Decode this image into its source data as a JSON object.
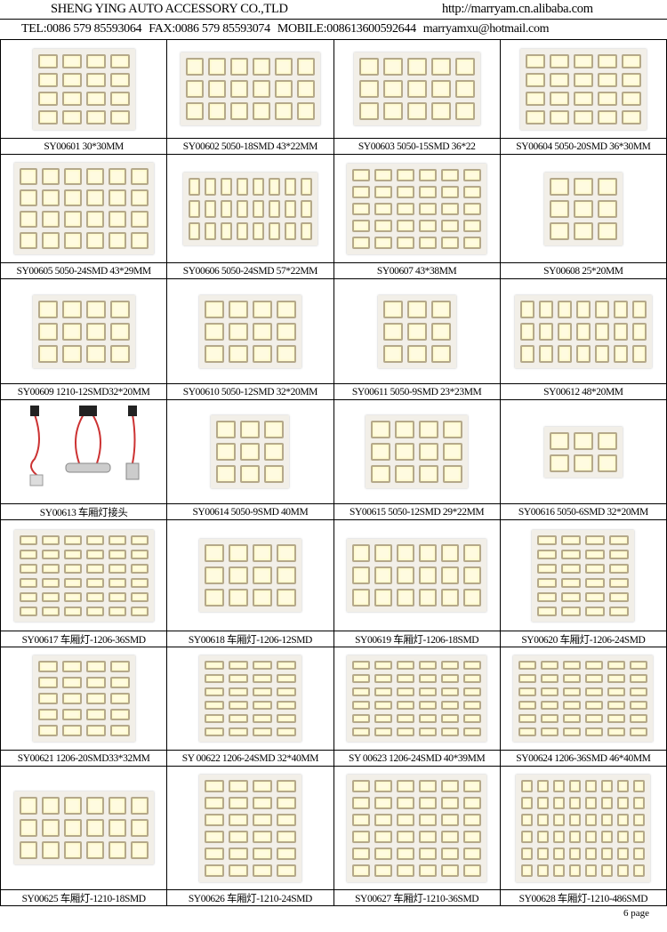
{
  "header": {
    "company": "SHENG YING AUTO ACCESSORY CO.,TLD",
    "website": "http://marryam.cn.alibaba.com",
    "tel": "TEL:0086 579 85593064",
    "fax": "FAX:0086 579 85593074",
    "mobile": "MOBILE:008613600592644",
    "email": "marryamxu@hotmail.com"
  },
  "products": [
    {
      "label": "SY00601   30*30MM",
      "r": 4,
      "c": 4
    },
    {
      "label": "SY00602  5050-18SMD 43*22MM",
      "r": 3,
      "c": 6
    },
    {
      "label": "SY00603  5050-15SMD 36*22",
      "r": 3,
      "c": 5
    },
    {
      "label": "SY00604  5050-20SMD 36*30MM",
      "r": 4,
      "c": 5
    },
    {
      "label": "SY00605 5050-24SMD  43*29MM",
      "r": 4,
      "c": 6
    },
    {
      "label": "SY00606 5050-24SMD 57*22MM",
      "r": 3,
      "c": 8
    },
    {
      "label": "SY00607  43*38MM",
      "r": 5,
      "c": 6
    },
    {
      "label": "SY00608 25*20MM",
      "r": 3,
      "c": 3
    },
    {
      "label": "SY00609 1210-12SMD32*20MM",
      "r": 3,
      "c": 4
    },
    {
      "label": "SY00610 5050-12SMD 32*20MM",
      "r": 3,
      "c": 4
    },
    {
      "label": "SY00611  5050-9SMD 23*23MM",
      "r": 3,
      "c": 3
    },
    {
      "label": "SY00612    48*20MM",
      "r": 3,
      "c": 7
    },
    {
      "label": "SY00613    车厢灯接头",
      "r": 0,
      "c": 0
    },
    {
      "label": "SY00614     5050-9SMD 40MM",
      "r": 3,
      "c": 3
    },
    {
      "label": "SY00615    5050-12SMD 29*22MM",
      "r": 3,
      "c": 4
    },
    {
      "label": "SY00616    5050-6SMD 32*20MM",
      "r": 2,
      "c": 3
    },
    {
      "label": "SY00617  车厢灯-1206-36SMD",
      "r": 6,
      "c": 6
    },
    {
      "label": "SY00618  车厢灯-1206-12SMD",
      "r": 3,
      "c": 4
    },
    {
      "label": "SY00619  车厢灯-1206-18SMD",
      "r": 3,
      "c": 6
    },
    {
      "label": "SY00620  车厢灯-1206-24SMD",
      "r": 6,
      "c": 4
    },
    {
      "label": "SY00621     1206-20SMD33*32MM",
      "r": 5,
      "c": 4
    },
    {
      "label": "SY 00622 1206-24SMD 32*40MM",
      "r": 6,
      "c": 4
    },
    {
      "label": "SY 00623  1206-24SMD 40*39MM",
      "r": 6,
      "c": 6
    },
    {
      "label": "SY00624  1206-36SMD 46*40MM",
      "r": 6,
      "c": 6
    },
    {
      "label": "SY00625    车厢灯-1210-18SMD",
      "r": 3,
      "c": 6
    },
    {
      "label": "SY00626  车厢灯-1210-24SMD",
      "r": 6,
      "c": 4
    },
    {
      "label": "SY00627  车厢灯-1210-36SMD",
      "r": 6,
      "c": 6
    },
    {
      "label": "SY00628   车厢灯-1210-486SMD",
      "r": 6,
      "c": 8
    }
  ],
  "footer": {
    "page": "6  page"
  }
}
